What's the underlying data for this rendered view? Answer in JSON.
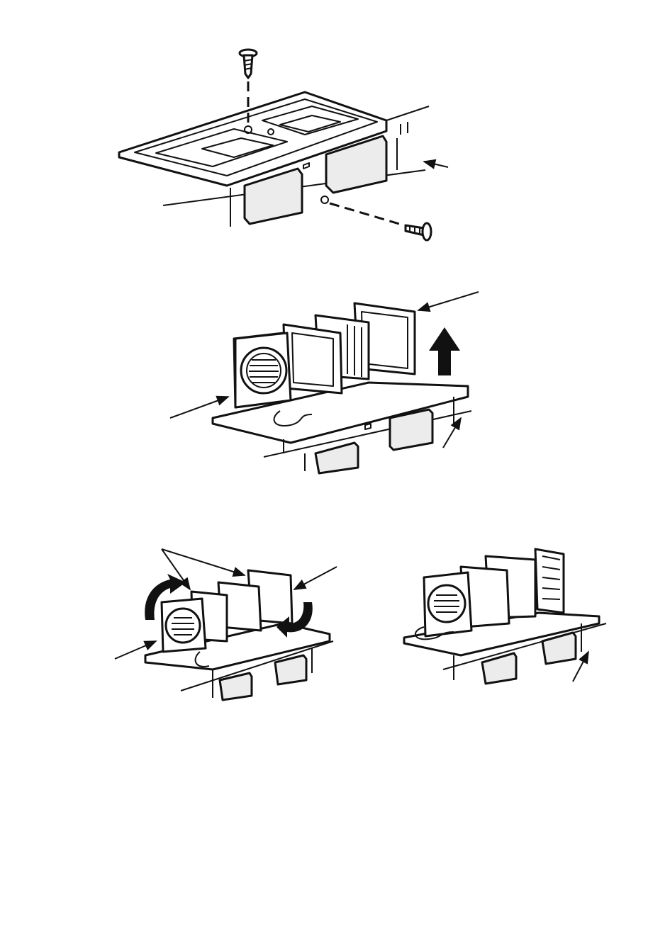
{
  "colors": {
    "ink": "#111111",
    "paper": "#ffffff",
    "window_fill": "#ececec"
  },
  "figures": [
    {
      "name": "step-1-remove-cover-plate",
      "icons": [
        "screw-icon",
        "screw-icon",
        "pointer-arrow-icon"
      ]
    },
    {
      "name": "step-2-lift-out-fan-assembly",
      "icons": [
        "up-arrow-icon",
        "pointer-arrow-icon",
        "pointer-arrow-icon",
        "pointer-arrow-icon"
      ]
    },
    {
      "name": "step-3-rotate-fan-units",
      "icons": [
        "rotate-arrow-icon",
        "rotate-arrow-icon",
        "pointer-arrow-icon",
        "pointer-arrow-icon"
      ]
    },
    {
      "name": "step-4-assembly-refitted",
      "icons": [
        "pointer-arrow-icon"
      ]
    }
  ]
}
